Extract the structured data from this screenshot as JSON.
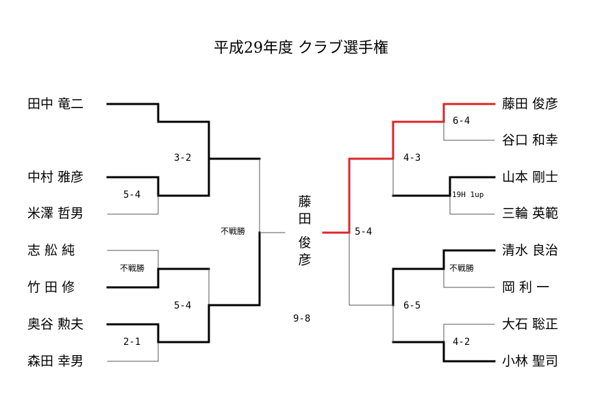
{
  "title": "平成29年度 クラブ選手権",
  "left_players": [
    "田中 竜二",
    "中村 雅彦",
    "米澤 哲男",
    "志 舩 純",
    "竹 田 修",
    "奥谷 勲夫",
    "森田 幸男"
  ],
  "right_players": [
    "藤田 俊彦",
    "谷口 和幸",
    "山本 剛士",
    "三輪 英範",
    "清水 良治",
    "岡 利 一",
    "大石 聡正",
    "小林 聖司"
  ],
  "scores": {
    "nakamura_yonezawa": "5-4",
    "tanaka_vs_r2": "3-2",
    "shi_takeda": "不戦勝",
    "okutani_morita": "2-1",
    "left_bottom_semi": "5-4",
    "left_final": "不戦勝",
    "fujita_taniguchi": "6-4",
    "yamamoto_miwa": "19H 1up",
    "fujita_r2": "4-3",
    "shimizu_oka": "不戦勝",
    "oishi_kobayashi": "4-2",
    "right_bottom_semi": "6-5",
    "right_final": "5-4",
    "final": "9-8"
  },
  "champion": [
    "藤",
    "田",
    "俊",
    "彦"
  ],
  "colors": {
    "winner_path": "#d9262b",
    "line": "#000000",
    "thin_line": "#555555"
  }
}
